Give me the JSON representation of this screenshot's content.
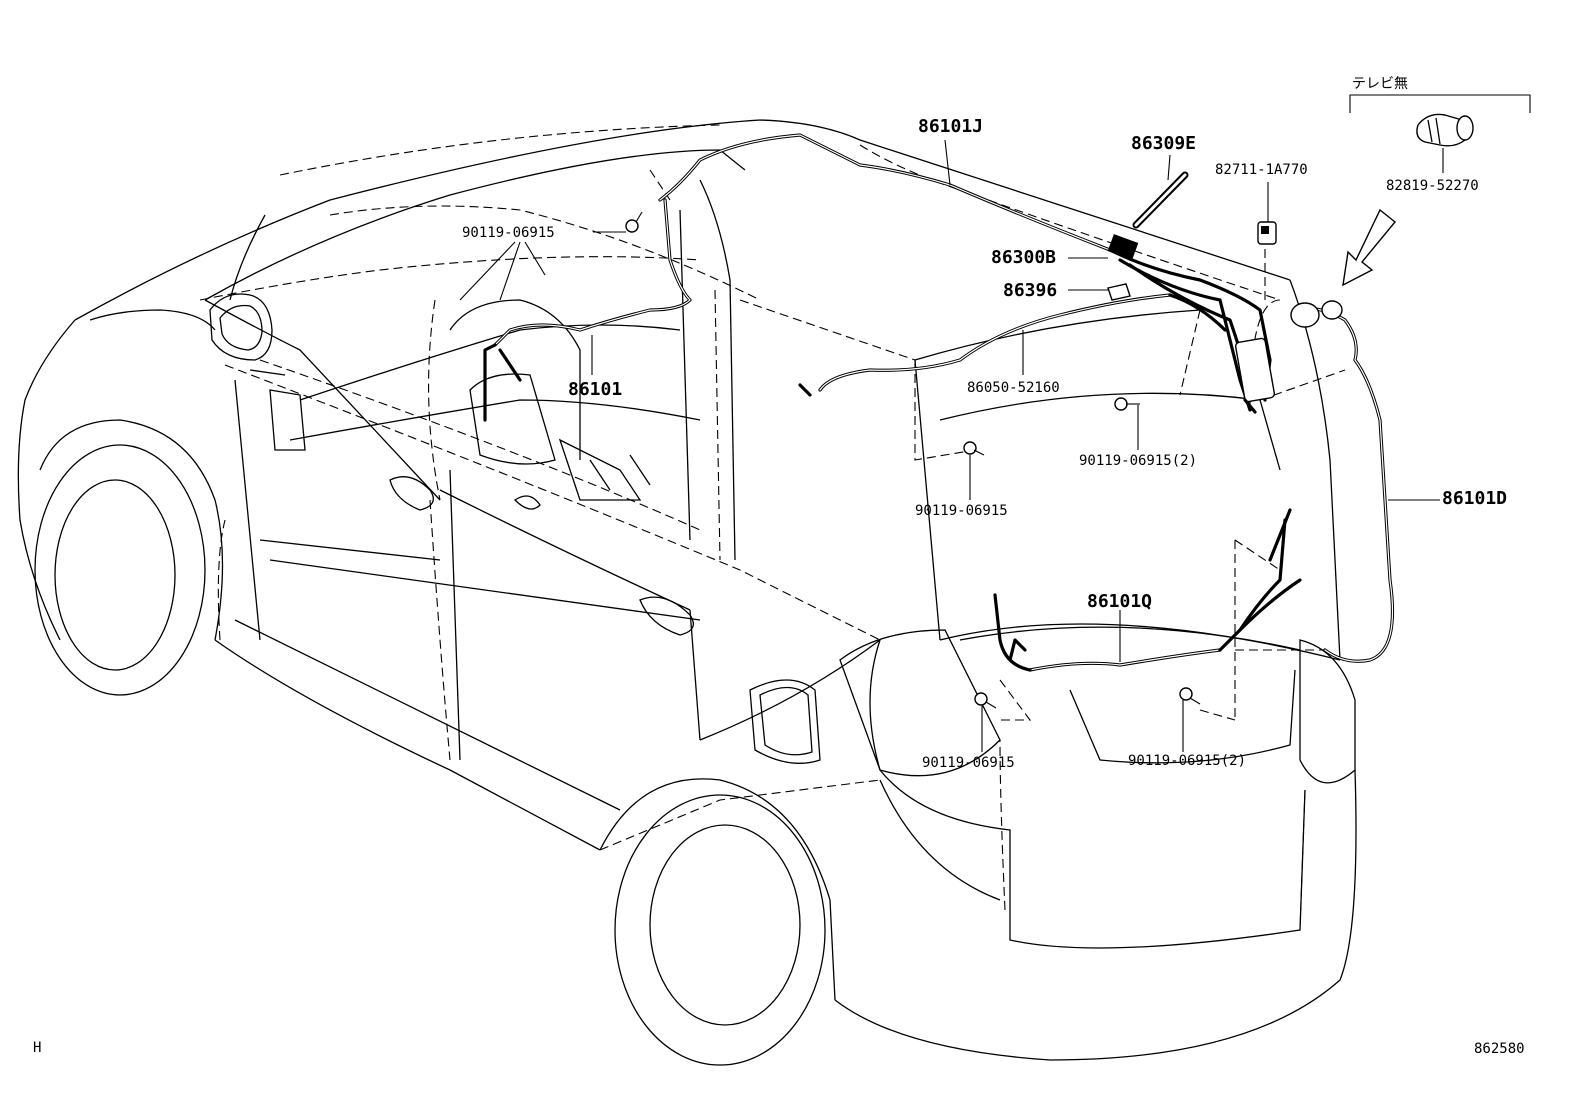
{
  "diagram": {
    "labels": {
      "p86101J": "86101J",
      "p86309E": "86309E",
      "p82711": "82711-1A770",
      "p86300B": "86300B",
      "p86396": "86396",
      "p86101": "86101",
      "p86050": "86050-52160",
      "p90119_top": "90119-06915",
      "p90119_mid_right": "90119-06915(2)",
      "p90119_mid": "90119-06915",
      "p86101D": "86101D",
      "p86101Q": "86101Q",
      "p90119_bl": "90119-06915",
      "p90119_br": "90119-06915(2)",
      "p82819": "82819-52270",
      "no_tv": "テレビ無"
    },
    "footer": {
      "left_code": "H",
      "ref_code": "862580"
    }
  }
}
